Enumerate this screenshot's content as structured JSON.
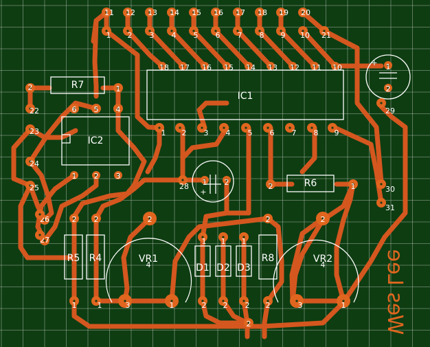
{
  "board": {
    "background": "#0e3d12",
    "grid_color": "#c8ccc2",
    "copper_color": "#d4571f",
    "silk_color": "#ffffff"
  },
  "components": {
    "ic1": "IC1",
    "ic2": "IC2",
    "r7": "R7",
    "r6": "R6",
    "r5": "R5",
    "r4": "R4",
    "r8": "R8",
    "vr1": "VR1",
    "vr2": "VR2",
    "d1": "D1",
    "d2": "D2",
    "d3": "D3"
  },
  "signature": "Wes Lee",
  "pins": {
    "top_row": [
      "11",
      "12",
      "13",
      "14",
      "15",
      "16",
      "17",
      "18",
      "19",
      "20"
    ],
    "second_row": [
      "1",
      "2",
      "3",
      "4",
      "5",
      "6",
      "7",
      "8",
      "9",
      "10",
      "21"
    ],
    "ic1_top": [
      "18",
      "17",
      "16",
      "15",
      "14",
      "13",
      "12",
      "11",
      "10"
    ],
    "ic1_bottom": [
      "1",
      "2",
      "3",
      "4",
      "5",
      "6",
      "7",
      "8",
      "9"
    ],
    "left_col": [
      "22",
      "23",
      "24",
      "25",
      "26",
      "27"
    ],
    "right_col": [
      "29",
      "30",
      "31"
    ],
    "r7_ends": [
      "2",
      "1"
    ],
    "ic2_top": [
      "6",
      "5",
      "4"
    ],
    "ic2_bottom": [
      "1",
      "2",
      "3"
    ],
    "c28": [
      "28",
      "1",
      "2"
    ],
    "r6_ends": [
      "2",
      "1"
    ],
    "r5": [
      "2",
      "1"
    ],
    "r4": [
      "2",
      "1"
    ],
    "r8": [
      "2",
      "2"
    ],
    "vr1": [
      "2",
      "3",
      "1"
    ],
    "vr2": [
      "2",
      "3",
      "1"
    ],
    "d1": [
      "1",
      "2"
    ],
    "d2": [
      "1",
      "2"
    ],
    "d3": [
      "1",
      "2"
    ],
    "cap_top": [
      "1",
      "2"
    ],
    "bottom_2": "2",
    "plus": "+"
  }
}
